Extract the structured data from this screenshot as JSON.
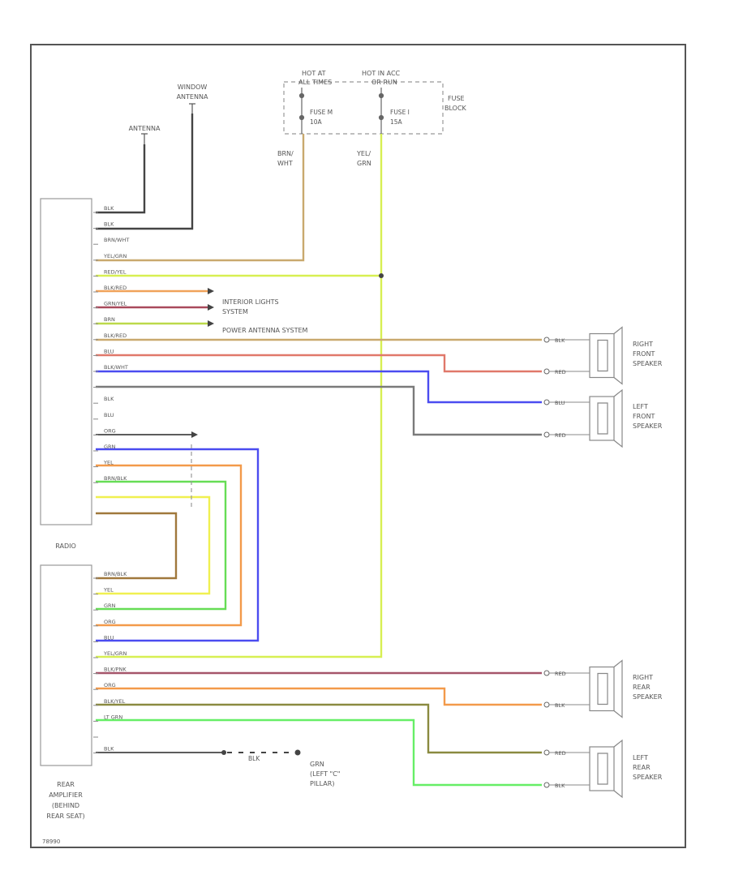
{
  "labels": {
    "window_antenna": [
      "WINDOW",
      "ANTENNA"
    ],
    "antenna": "ANTENNA",
    "hot_at": [
      "HOT AT",
      "ALL TIMES"
    ],
    "hot_in_acc": [
      "HOT IN ACC",
      "OR RUN"
    ],
    "fuse_block": [
      "FUSE",
      "BLOCK"
    ],
    "fuse_a": [
      "FUSE M",
      "10A"
    ],
    "fuse_b": [
      "FUSE I",
      "15A"
    ],
    "brn_wht": [
      "BRN/",
      "WHT"
    ],
    "yel_grn": [
      "YEL/",
      "GRN"
    ],
    "radio": "RADIO",
    "interior_lights": [
      "INTERIOR LIGHTS",
      "SYSTEM"
    ],
    "power_antenna": "POWER ANTENNA SYSTEM",
    "right_front": [
      "RIGHT",
      "FRONT",
      "SPEAKER"
    ],
    "left_front": [
      "LEFT",
      "FRONT",
      "SPEAKER"
    ],
    "right_rear": [
      "RIGHT",
      "REAR",
      "SPEAKER"
    ],
    "left_rear": [
      "LEFT",
      "REAR",
      "SPEAKER"
    ],
    "rear_amp": [
      "REAR",
      "AMPLIFIER",
      "(BEHIND",
      "REAR SEAT)"
    ],
    "ground": [
      "GRN",
      "(LEFT \"C\"",
      "PILLAR)"
    ],
    "blk_mid": "BLK",
    "fig_code": "78990"
  },
  "radio_wires": [
    "BLK",
    "BLK",
    "BRN/WHT",
    "YEL/GRN",
    "RED/YEL",
    "BLK/RED",
    "GRN/YEL",
    "BRN",
    "BLK/RED",
    "BLU",
    "BLK/WHT",
    "",
    "BLK",
    "BLU",
    "ORG",
    "GRN",
    "YEL",
    "BRN/BLK"
  ],
  "amp_wires": [
    "BRN/BLK",
    "YEL",
    "GRN",
    "ORG",
    "BLU",
    "YEL/GRN",
    "BLK/PNK",
    "ORG",
    "BLK/YEL",
    "LT GRN",
    "",
    "BLK"
  ],
  "speaker_terms": {
    "rf": [
      "BLK",
      "RED"
    ],
    "lf": [
      "BLU",
      "RED"
    ],
    "rr": [
      "RED",
      "BLK"
    ],
    "lr": [
      "RED",
      "BLK"
    ]
  },
  "colors": {
    "brn": "#c9a96e",
    "yel_grn": "#d7ef52",
    "red_yel": "#f0a25a",
    "blk_red": "#a94a5c",
    "grn_yel": "#bcd94a",
    "red": "#e0786a",
    "blu": "#4b4cf0",
    "gray": "#7a7a7a",
    "blk": "#444444",
    "org": "#f39a4a",
    "grn": "#66dd55",
    "yel": "#f0f050",
    "brn_blk": "#a0783c",
    "blk_pnk": "#a5556a",
    "olive": "#8a8a40",
    "lt_grn": "#66ee66"
  }
}
